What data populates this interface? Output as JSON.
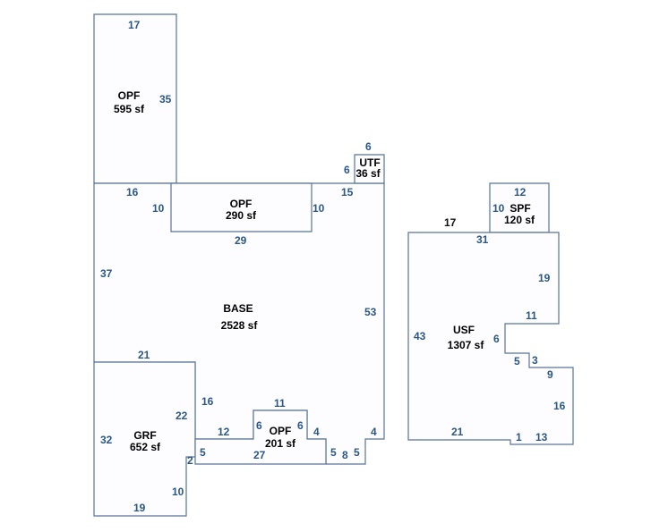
{
  "areas": [
    {
      "id": "opf-top",
      "code": "OPF",
      "size": "595 sf"
    },
    {
      "id": "opf-mid",
      "code": "OPF",
      "size": "290 sf"
    },
    {
      "id": "utf",
      "code": "UTF",
      "size": "36 sf"
    },
    {
      "id": "base",
      "code": "BASE",
      "size": "2528 sf"
    },
    {
      "id": "grf",
      "code": "GRF",
      "size": "652 sf"
    },
    {
      "id": "opf-bottom",
      "code": "OPF",
      "size": "201 sf"
    },
    {
      "id": "spf",
      "code": "SPF",
      "size": "120 sf"
    },
    {
      "id": "usf",
      "code": "USF",
      "size": "1307 sf"
    }
  ],
  "dimensions": {
    "opf_top": [
      "17",
      "35"
    ],
    "base": [
      "16",
      "15",
      "37",
      "53",
      "21",
      "4",
      "16"
    ],
    "opf_mid": [
      "10",
      "10",
      "29"
    ],
    "utf": [
      "6",
      "6"
    ],
    "grf": [
      "22",
      "12",
      "32",
      "2",
      "5",
      "10",
      "19"
    ],
    "opf_bottom": [
      "11",
      "6",
      "6",
      "4",
      "27",
      "5",
      "8",
      "5"
    ],
    "spf": [
      "12",
      "10"
    ],
    "usf": [
      "17",
      "31",
      "19",
      "11",
      "43",
      "6",
      "5",
      "3",
      "9",
      "16",
      "21",
      "1",
      "13"
    ]
  }
}
